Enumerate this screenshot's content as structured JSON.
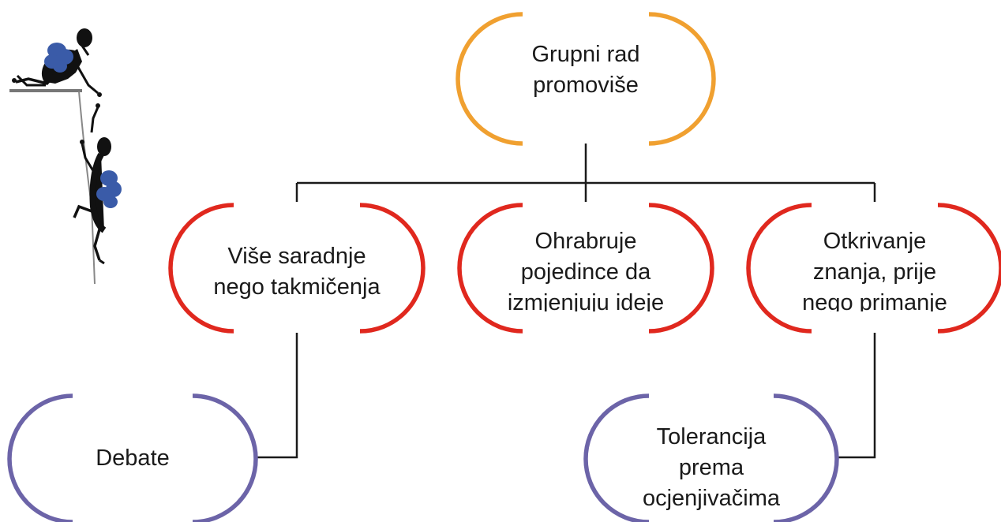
{
  "diagram": {
    "root": {
      "lines": [
        "Grupni rad",
        "promoviše"
      ]
    },
    "children": [
      {
        "lines": [
          "Više saradnje",
          "nego takmičenja"
        ]
      },
      {
        "lines": [
          "Ohrabruje",
          "pojedince da",
          "izmjenjuju ideje"
        ]
      },
      {
        "lines": [
          "Otkrivanje",
          "znanja, prije",
          "nego primanje"
        ]
      }
    ],
    "leaves": [
      {
        "lines": [
          "Debate"
        ]
      },
      {
        "lines": [
          "Tolerancija",
          "prema",
          "ocjenjivačima"
        ]
      }
    ],
    "colors": {
      "root": "#f0a030",
      "children": "#e0281e",
      "leaves": "#6c64a8",
      "connector": "#1a1a1a",
      "climber_body": "#111111",
      "climber_pack": "#3a5ba8"
    }
  }
}
